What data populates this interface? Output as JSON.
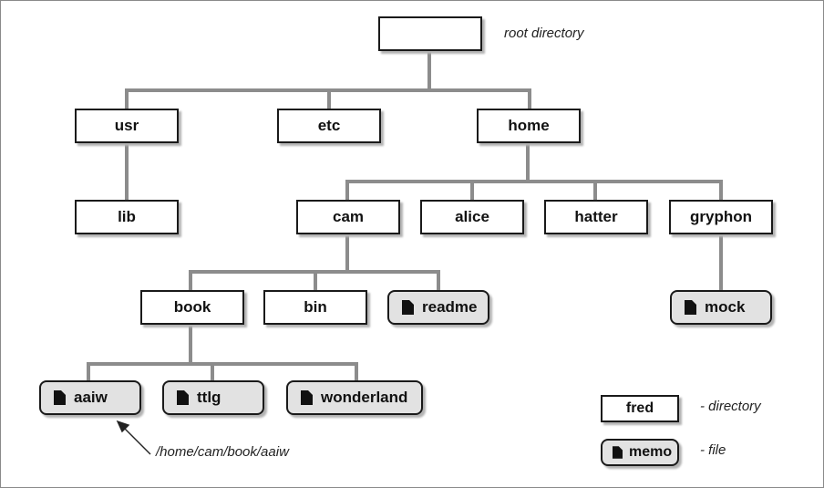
{
  "annotations": {
    "root": "root directory",
    "path": "/home/cam/book/aaiw"
  },
  "dirs": {
    "root": "",
    "usr": "usr",
    "etc": "etc",
    "home": "home",
    "lib": "lib",
    "cam": "cam",
    "alice": "alice",
    "hatter": "hatter",
    "gryphon": "gryphon",
    "book": "book",
    "bin": "bin"
  },
  "files": {
    "readme": "readme",
    "mock": "mock",
    "aaiw": "aaiw",
    "ttlg": "ttlg",
    "wonderland": "wonderland"
  },
  "legend": {
    "dir_example": "fred",
    "dir_desc": "- directory",
    "file_example": "memo",
    "file_desc": "- file"
  },
  "icon": "document-icon",
  "colors": {
    "connector": "#8c8c8c",
    "file_fill": "#e2e2e2",
    "border": "#1a1a1a"
  }
}
